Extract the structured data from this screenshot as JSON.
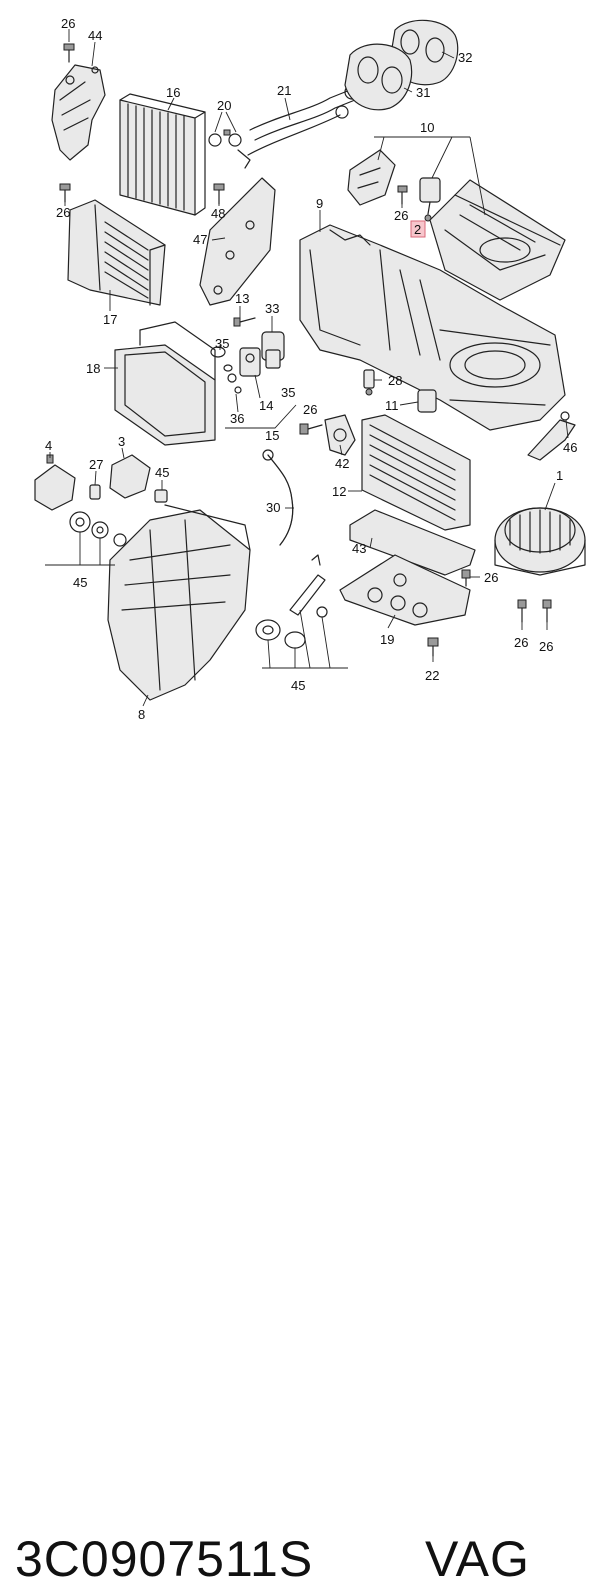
{
  "diagram": {
    "callouts": [
      "26",
      "44",
      "16",
      "20",
      "21",
      "32",
      "31",
      "10",
      "26",
      "48",
      "47",
      "9",
      "26",
      "2",
      "17",
      "13",
      "33",
      "35",
      "18",
      "14",
      "35",
      "36",
      "15",
      "28",
      "26",
      "11",
      "46",
      "4",
      "3",
      "27",
      "45",
      "42",
      "1",
      "30",
      "12",
      "43",
      "45",
      "26",
      "26",
      "26",
      "19",
      "22",
      "45",
      "8"
    ],
    "highlighted_callout": "2",
    "highlight_color": "#f7c6cc"
  },
  "caption": {
    "part_number": "3C0907511S",
    "brand": "VAG"
  }
}
